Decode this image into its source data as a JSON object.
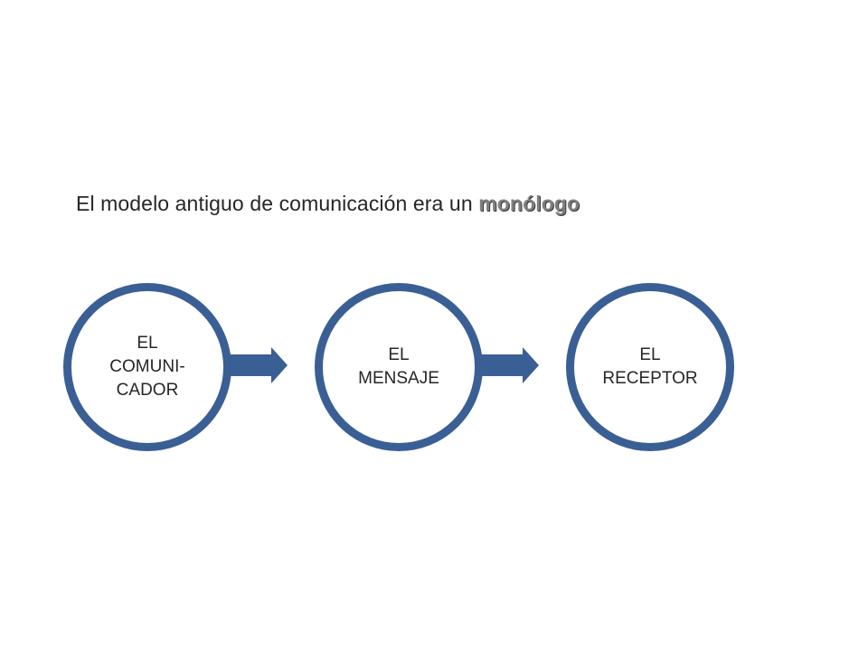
{
  "title": {
    "prefix": "El modelo antiguo de comunicación era un ",
    "emphasis": "monólogo"
  },
  "nodes": [
    {
      "label": "EL\nCOMUNI-\nCADOR"
    },
    {
      "label": "EL\nMENSAJE"
    },
    {
      "label": "EL\nRECEPTOR"
    }
  ],
  "colors": {
    "accent": "#3a5f95",
    "text": "#262626",
    "emphasis": "#7f7f7f"
  }
}
